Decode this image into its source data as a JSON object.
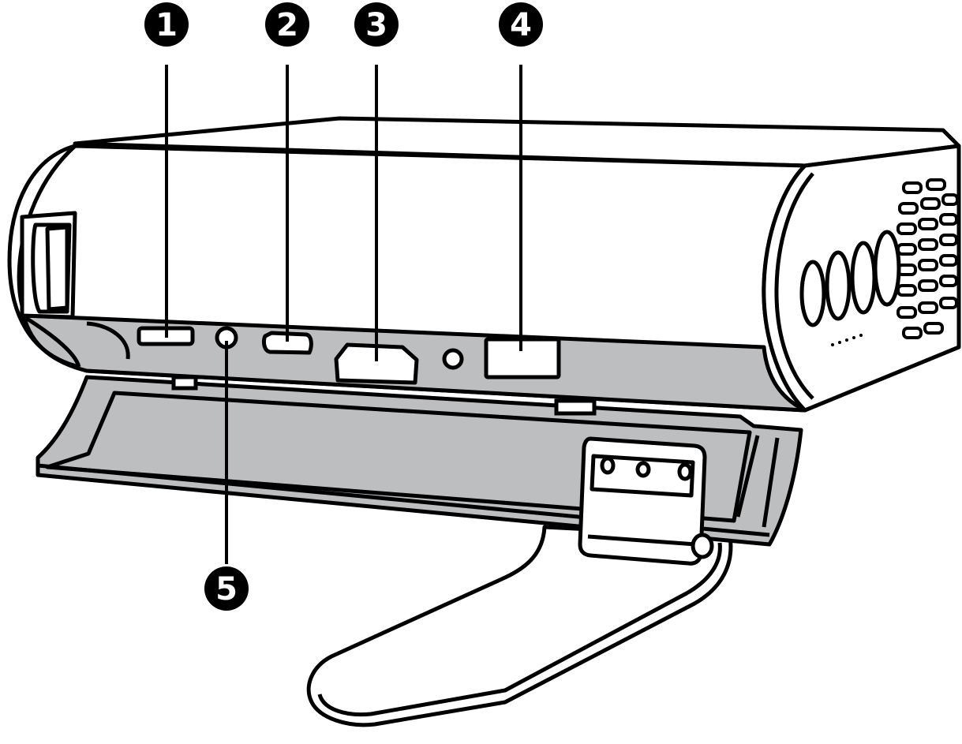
{
  "callouts": [
    {
      "id": "1",
      "label": "1"
    },
    {
      "id": "2",
      "label": "2"
    },
    {
      "id": "3",
      "label": "3"
    },
    {
      "id": "4",
      "label": "4"
    },
    {
      "id": "5",
      "label": "5"
    }
  ],
  "colors": {
    "outline": "#000000",
    "fill": "#ffffff",
    "shade": "#bcbec0"
  }
}
